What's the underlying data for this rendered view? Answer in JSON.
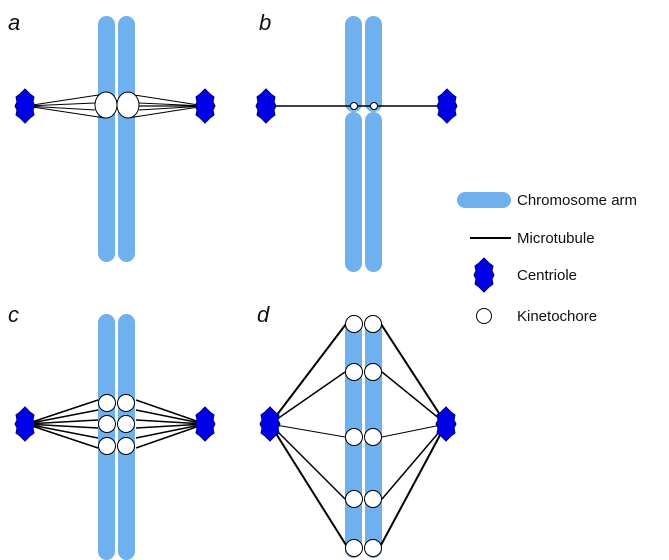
{
  "panels": {
    "a": {
      "label": "a"
    },
    "b": {
      "label": "b"
    },
    "c": {
      "label": "c"
    },
    "d": {
      "label": "d"
    }
  },
  "legend": {
    "chromosome_arm": "Chromosome arm",
    "microtubule": "Microtubule",
    "centriole": "Centriole",
    "kinetochore": "Kinetochore"
  },
  "colors": {
    "chromosome_arm": "#6fb0ef",
    "centriole": "#0000e6",
    "microtubule": "#000000",
    "kinetochore_fill": "#ffffff"
  },
  "icons": {
    "centriole": "centriole-icon",
    "kinetochore": "kinetochore-icon"
  }
}
